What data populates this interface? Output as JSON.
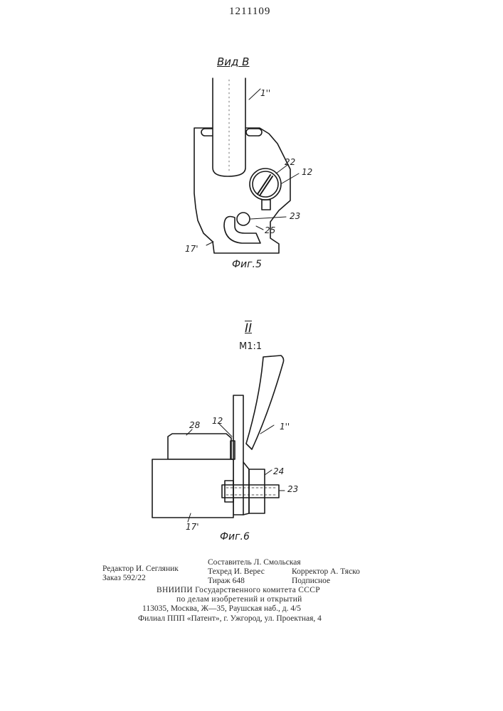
{
  "header": {
    "patent_number": "1211109"
  },
  "figure5": {
    "view_title": "Вид В",
    "caption": "Фиг.5",
    "labels": {
      "l1": "1''",
      "l22": "22",
      "l12": "12",
      "l23": "23",
      "l25": "25",
      "l17": "17'"
    }
  },
  "figure6": {
    "section_mark": "II",
    "scale": "М1:1",
    "caption": "Фиг.6",
    "labels": {
      "l28": "28",
      "l12": "12",
      "l1": "1''",
      "l24": "24",
      "l23": "23",
      "l17": "17'"
    }
  },
  "imprint": {
    "editor": "Редактор И. Сегляник",
    "order": "Заказ 592/22",
    "compiler": "Составитель Л. Смольская",
    "techred": "Техред И. Верес",
    "circulation": "Тираж 648",
    "corrector": "Корректор А. Тяско",
    "subscription": "Подписное",
    "org_line1": "ВНИИПИ Государственного комитета СССР",
    "org_line2": "по делам изобретений и открытий",
    "org_address": "113035, Москва, Ж—35, Раушская наб., д. 4/5",
    "branch": "Филиал ППП «Патент», г. Ужгород, ул. Проектная, 4"
  }
}
